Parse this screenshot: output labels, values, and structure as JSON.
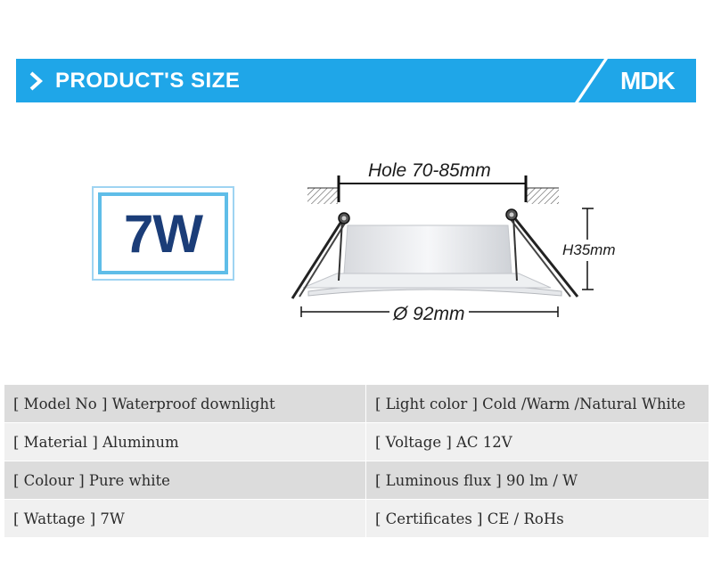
{
  "banner": {
    "title": "PRODUCT'S SIZE",
    "logo": "MDK",
    "color": "#1fa6e8"
  },
  "wattage_badge": "7W",
  "diagram": {
    "hole_label": "Hole 70-85mm",
    "height_label": "H35mm",
    "diameter_label": "Ø 92mm"
  },
  "specs": {
    "rows": [
      [
        "[ Model No ] Waterproof downlight",
        "[ Light color ] Cold /Warm /Natural White"
      ],
      [
        "[  Material  ]  Aluminum",
        "[ Voltage ]  AC 12V"
      ],
      [
        "[   Colour   ] Pure white",
        "[ Luminous flux ]  90 lm / W"
      ],
      [
        "[  Wattage  ]  7W",
        "[ Certificates ]  CE / RoHs"
      ]
    ]
  }
}
